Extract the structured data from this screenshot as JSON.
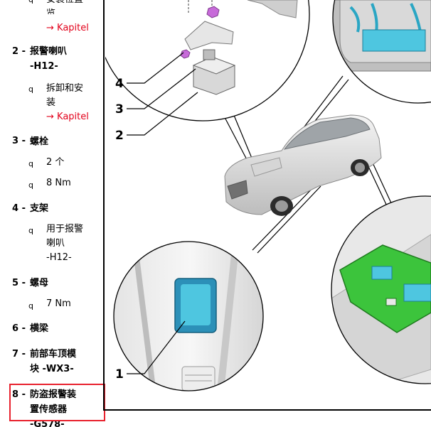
{
  "list": {
    "item1": {
      "sub1_text": "安装位置一览",
      "sub1_link": "→ Kapitel"
    },
    "item2": {
      "number": "2 -",
      "title_line1": "报警喇叭",
      "title_line2": "-H12-",
      "sub1_line1": "拆卸和安",
      "sub1_line2": "装",
      "sub1_link": "→ Kapitel"
    },
    "item3": {
      "number": "3 -",
      "title": "螺栓",
      "sub1": "2 个",
      "sub2": "8 Nm"
    },
    "item4": {
      "number": "4 -",
      "title": "支架",
      "sub1_line1": "用于报警",
      "sub1_line2": "喇叭",
      "sub1_line3": "-H12-"
    },
    "item5": {
      "number": "5 -",
      "title": "螺母",
      "sub1": "7 Nm"
    },
    "item6": {
      "number": "6 -",
      "title": "横梁"
    },
    "item7": {
      "number": "7 -",
      "title_line1": "前部车顶模",
      "title_line2": "块 -WX3-"
    },
    "item8": {
      "number": "8 -",
      "title_line1": "防盗报警装",
      "title_line2": "置传感器",
      "title_line3": "-G578-"
    },
    "bullet_glyph": "q"
  },
  "figure": {
    "callouts": [
      "4",
      "3",
      "2",
      "1"
    ]
  },
  "colors": {
    "highlight": "#e8212d",
    "link": "#e2001a",
    "module_blue": "#4ec6e0",
    "bracket_green": "#3cc43c",
    "nut_purple": "#c76ad9"
  }
}
